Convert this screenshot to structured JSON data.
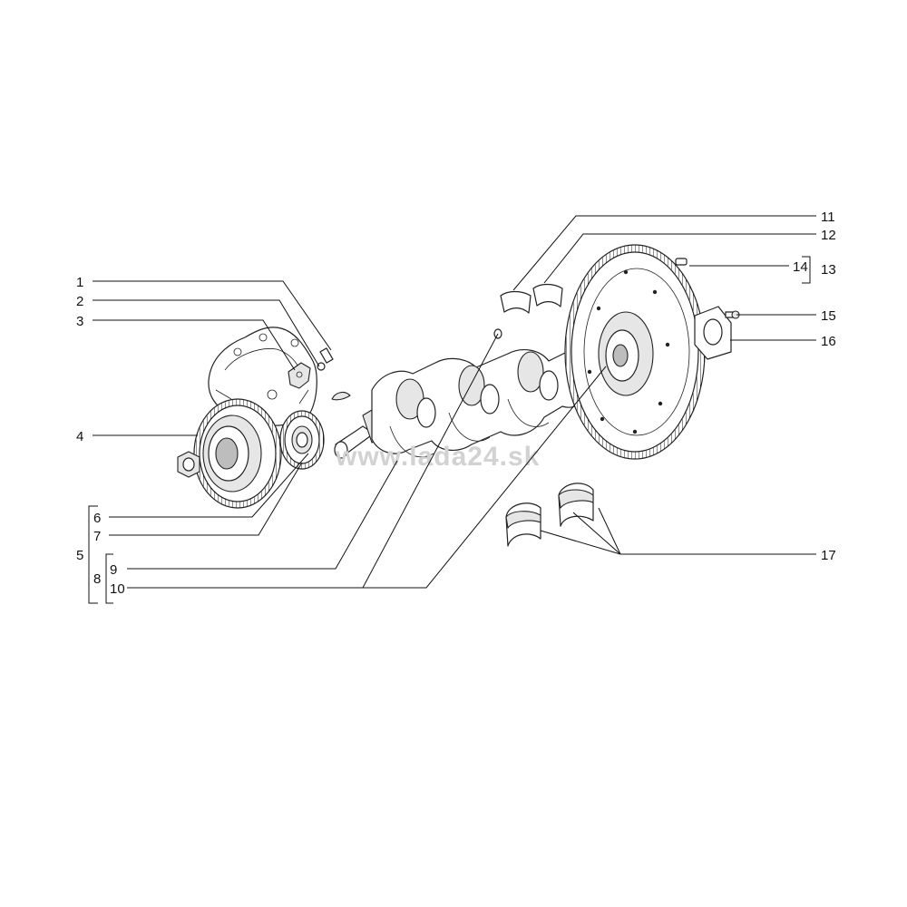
{
  "watermark": "www.lada24.sk",
  "callouts": {
    "c1": "1",
    "c2": "2",
    "c3": "3",
    "c4": "4",
    "c5": "5",
    "c6": "6",
    "c7": "7",
    "c8": "8",
    "c9": "9",
    "c10": "10",
    "c11": "11",
    "c12": "12",
    "c13": "13",
    "c14": "14",
    "c15": "15",
    "c16": "16",
    "c17": "17"
  }
}
